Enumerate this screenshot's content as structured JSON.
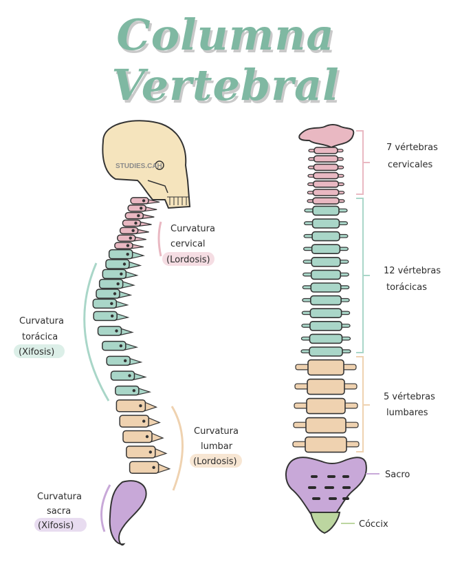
{
  "title": "Columna Vertebral",
  "watermark": "STUDIES.CAH",
  "side_view": {
    "cervical": {
      "name": "Curvatura",
      "name2": "cervical",
      "type": "(Lordosis)"
    },
    "thoracic": {
      "name": "Curvatura",
      "name2": "torácica",
      "type": "(Xifosis)"
    },
    "lumbar": {
      "name": "Curvatura",
      "name2": "lumbar",
      "type": "(Lordosis)"
    },
    "sacral": {
      "name": "Curvatura",
      "name2": "sacra",
      "type": "(Xifosis)"
    }
  },
  "front_view": {
    "cervical": {
      "line1": "7 vértebras",
      "line2": "cervicales"
    },
    "thoracic": {
      "line1": "12 vértebras",
      "line2": "torácicas"
    },
    "lumbar": {
      "line1": "5 vértebras",
      "line2": "lumbares"
    },
    "sacrum": "Sacro",
    "coccyx": "Cóccix"
  },
  "colors": {
    "title": "#7fb8a2",
    "cervical": "#e9b8c2",
    "thoracic": "#a9d6c8",
    "lumbar": "#efd2b0",
    "sacrum": "#c8a8d8",
    "coccyx": "#bcd6a0",
    "skull": "#f5e4bd"
  }
}
